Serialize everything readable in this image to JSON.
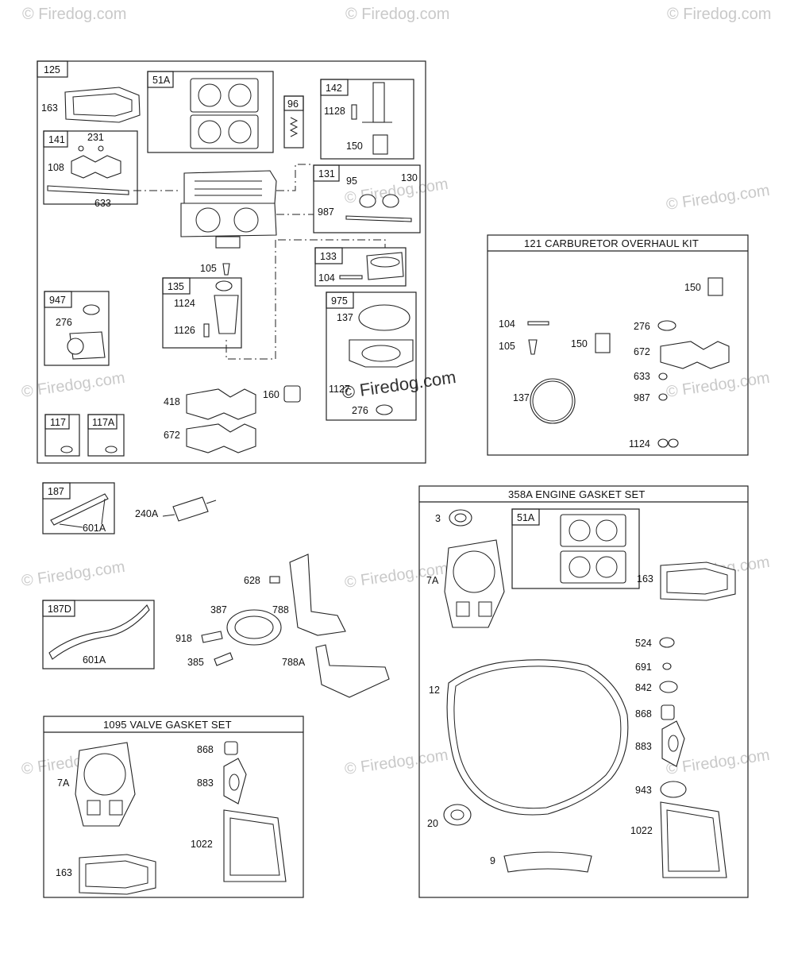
{
  "watermark": "© Firedog.com",
  "callouts": {
    "c125": "125",
    "c163a": "163",
    "c51A": "51A",
    "c96": "96",
    "c142": "142",
    "c1128": "1128",
    "c150a": "150",
    "c141": "141",
    "c231": "231",
    "c108": "108",
    "c633a": "633",
    "c131": "131",
    "c95": "95",
    "c130": "130",
    "c987a": "987",
    "c133": "133",
    "c104a": "104",
    "c105a": "105",
    "c135": "135",
    "c1124a": "1124",
    "c1126": "1126",
    "c947": "947",
    "c276a": "276",
    "c975": "975",
    "c137a": "137",
    "c1127": "1127",
    "c276b": "276",
    "c418": "418",
    "c672a": "672",
    "c160": "160",
    "c117": "117",
    "c117A": "117A",
    "c150b": "150",
    "c104b": "104",
    "c105b": "105",
    "c150c": "150",
    "c276c": "276",
    "c672b": "672",
    "c633b": "633",
    "c987b": "987",
    "c137b": "137",
    "c1124b": "1124",
    "c187": "187",
    "c601Aa": "601A",
    "c240A": "240A",
    "c187D": "187D",
    "c601Ab": "601A",
    "c628": "628",
    "c387": "387",
    "c788": "788",
    "c918": "918",
    "c385": "385",
    "c788A": "788A",
    "c868a": "868",
    "c883a": "883",
    "c7Aa": "7A",
    "c1022a": "1022",
    "c163b": "163",
    "c3": "3",
    "c51Ab": "51A",
    "c7Ab": "7A",
    "c163c": "163",
    "c524": "524",
    "c691": "691",
    "c842": "842",
    "c868b": "868",
    "c883b": "883",
    "c12": "12",
    "c943": "943",
    "c20": "20",
    "c1022b": "1022",
    "c9": "9"
  },
  "kits": {
    "carb_title": "121 CARBURETOR OVERHAUL KIT",
    "engine_title": "358A ENGINE GASKET SET",
    "valve_title": "1095 VALVE GASKET SET"
  }
}
